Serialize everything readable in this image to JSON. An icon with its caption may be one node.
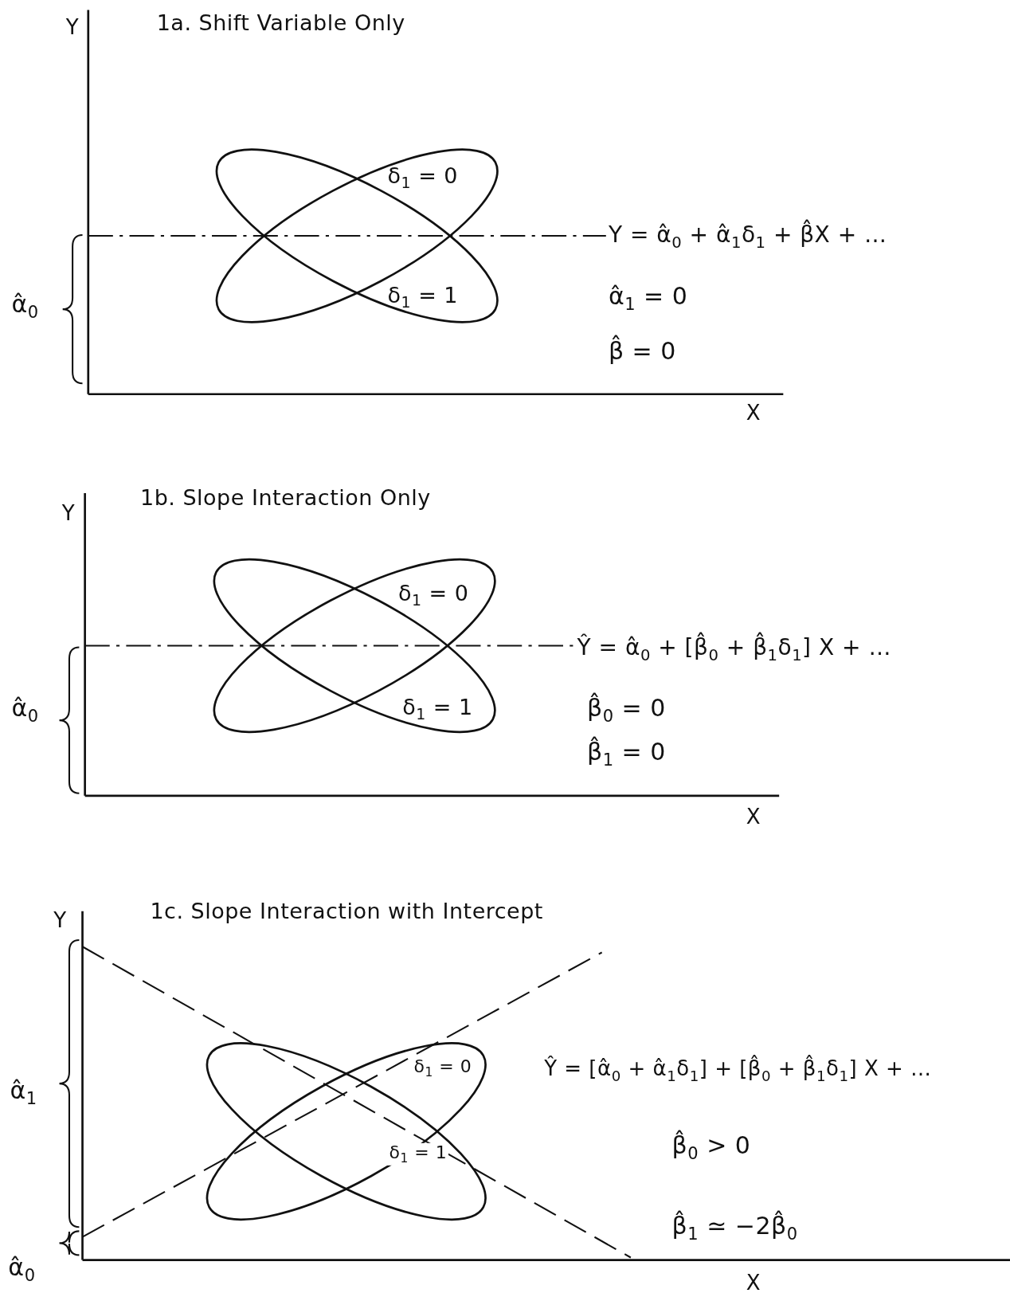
{
  "diagram": {
    "labels": [
      "Y",
      "1a. Shift Variable Only",
      "δ$_{1}$ = 0",
      "Y = α̂$_{0}$ + α̂$_{1}$δ$_{1}$ + β̂X + …",
      "α̂$_{0}$",
      "δ$_{1}$ = 1",
      "α̂$_{1}$ = 0",
      "β̂ = 0",
      "X",
      "1b. Slope Interaction Only",
      "Y",
      "δ$_{1}$ = 0",
      "Ŷ = α̂$_{0}$ + [β̂$_{0}$ + β̂$_{1}$δ$_{1}$] X + …",
      "α̂$_{0}$",
      "δ$_{1}$ = 1",
      "β̂$_{0}$ = 0",
      "β̂$_{1}$ = 0",
      "X",
      "Y",
      "1c. Slope Interaction with Intercept",
      "α̂$_{1}$",
      "δ$_{1}$ = 0",
      "Ŷ = [α̂$_{0}$ + α̂$_{1}$δ$_{1}$] + [β̂$_{0}$ + β̂$_{1}$δ$_{1}$] X + …",
      "δ$_{1}$ = 1",
      "β̂$_{0}$ > 0",
      "β̂$_{1}$ ≃ −2β̂$_{0}$",
      "α̂$_{0}$",
      "X"
    ]
  }
}
